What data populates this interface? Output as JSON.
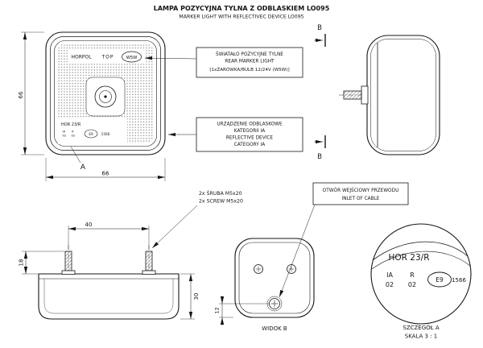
{
  "title": {
    "line1": "LAMPA POZYCYJNA TYLNA Z ODBLASKIEM LO095",
    "line2": "MARKER LIGHT WITH REFLECTIVEC DEVICE LO095"
  },
  "front_view": {
    "brand": "HORPOL",
    "top_label": "TOP",
    "bulb_label": "W5W",
    "detail_ref": "A"
  },
  "marking": {
    "line1": "HOR 23/R",
    "cat1": "IA",
    "num1": "02",
    "cat2": "R",
    "num2": "02",
    "e_mark": "E9",
    "approval": "1566"
  },
  "dims": {
    "front_width": "66",
    "front_height": "66",
    "stud_spacing": "40",
    "stud_height": "18",
    "body_height": "30",
    "inlet_offset": "12"
  },
  "callouts": {
    "light": {
      "line1": "ŚWIATAŁO POZYCYJNE TYLNE",
      "line2": "REAR MARKER LIGHT",
      "line3": "[1xŻARÓWKA/BULB 12/24V (W5W)]"
    },
    "reflector": {
      "line1": "URZĄDZENIE ODBLASKOWE",
      "line2": "KATEGORII IA",
      "line3": "REFLECTIVE DEVICE",
      "line4": "CATEGORY IA"
    },
    "screws": {
      "line1": "2x ŚRUBA M5x20",
      "line2": "2x SCREW M5x20"
    },
    "cable": {
      "line1": "OTWÓR WEJŚCIOWY PRZEWODU",
      "line2": "INLET OF CABLE"
    }
  },
  "views": {
    "side_arrow_label": "B",
    "back_label": "WIDOK B",
    "detail_label": "SZCZEGÓŁ A",
    "detail_scale": "SKALA 3 : 1"
  },
  "colors": {
    "line": "#161616",
    "background": "#ffffff",
    "reflector_dots": "#909090"
  }
}
